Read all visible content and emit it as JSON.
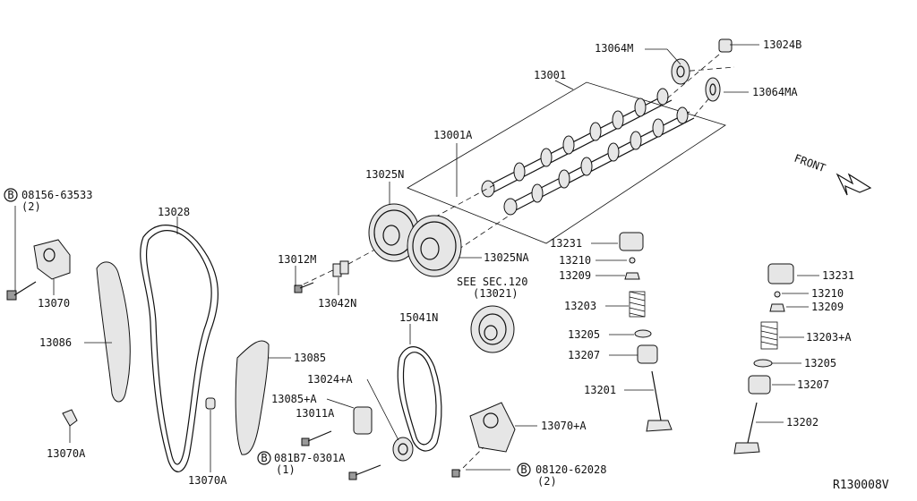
{
  "diagram_id": "R130008V",
  "front_label": "FRONT",
  "labels": {
    "p13064M": "13064M",
    "p13024B": "13024B",
    "p13001": "13001",
    "p13064MA": "13064MA",
    "p13001A": "13001A",
    "p13025N": "13025N",
    "p13025NA": "13025NA",
    "p13012M": "13012M",
    "p13042N": "13042N",
    "see_sec": "SEE SEC.120",
    "see_sec_sub": "(13021)",
    "p13231_a": "13231",
    "p13210_a": "13210",
    "p13209_a": "13209",
    "p13203": "13203",
    "p13205_a": "13205",
    "p13207_a": "13207",
    "p13201": "13201",
    "p13231_b": "13231",
    "p13210_b": "13210",
    "p13209_b": "13209",
    "p13203A": "13203+A",
    "p13205_b": "13205",
    "p13207_b": "13207",
    "p13202": "13202",
    "bolt_08156": "08156-63533",
    "bolt_08156_qty": "(2)",
    "p13028": "13028",
    "p13070": "13070",
    "p13086": "13086",
    "p13070A_1": "13070A",
    "p13070A_2": "13070A",
    "p13085": "13085",
    "p13024A": "13024+A",
    "p13085A": "13085+A",
    "p13011A": "13011A",
    "bolt_081B7": "081B7-0301A",
    "bolt_081B7_qty": "(1)",
    "p15041N": "15041N",
    "p13070A_plus": "13070+A",
    "bolt_08120": "08120-62028",
    "bolt_08120_qty": "(2)",
    "b_mark": "B"
  }
}
